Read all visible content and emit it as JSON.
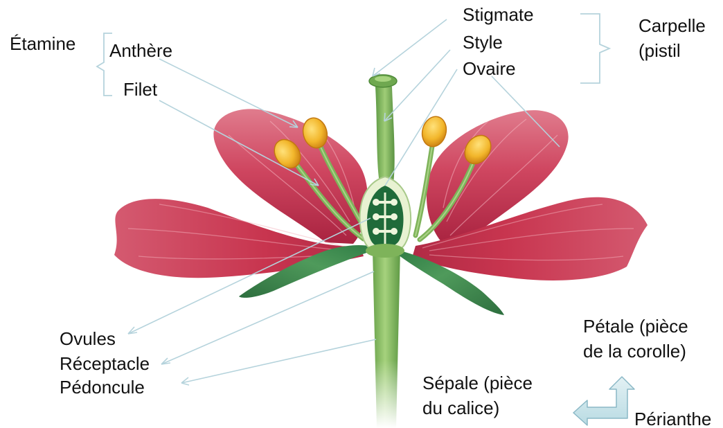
{
  "labels": {
    "etamine": "Étamine",
    "anthere": "Anthère",
    "filet": "Filet",
    "stigmate": "Stigmate",
    "style": "Style",
    "ovaire": "Ovaire",
    "carpelle_line1": "Carpelle",
    "carpelle_line2": "(pistil",
    "ovules": "Ovules",
    "receptacle": "Réceptacle",
    "pedoncule": "Pédoncule",
    "sepale_line1": "Sépale (pièce",
    "sepale_line2": "du calice)",
    "petale_line1": "Pétale (pièce",
    "petale_line2": "de la corolle)",
    "perianthe": "Périanthe"
  },
  "colors": {
    "petal": "#c8354f",
    "petal_light": "#e88a99",
    "petal_dark": "#9e1f37",
    "stem": "#8bbf62",
    "stem_dark": "#5f9a45",
    "sepal": "#2f7d45",
    "sepal_light": "#6fae6a",
    "anther": "#f2b62b",
    "anther_dark": "#d68a12",
    "ovary_wall": "#e9f1d6",
    "ovary_inner": "#1f6b3a",
    "pointer_line": "#b5d3dc",
    "bracket": "#b5d3dc",
    "arrow_fill": "#cfe6ec",
    "arrow_stroke": "#8ab8c6"
  }
}
